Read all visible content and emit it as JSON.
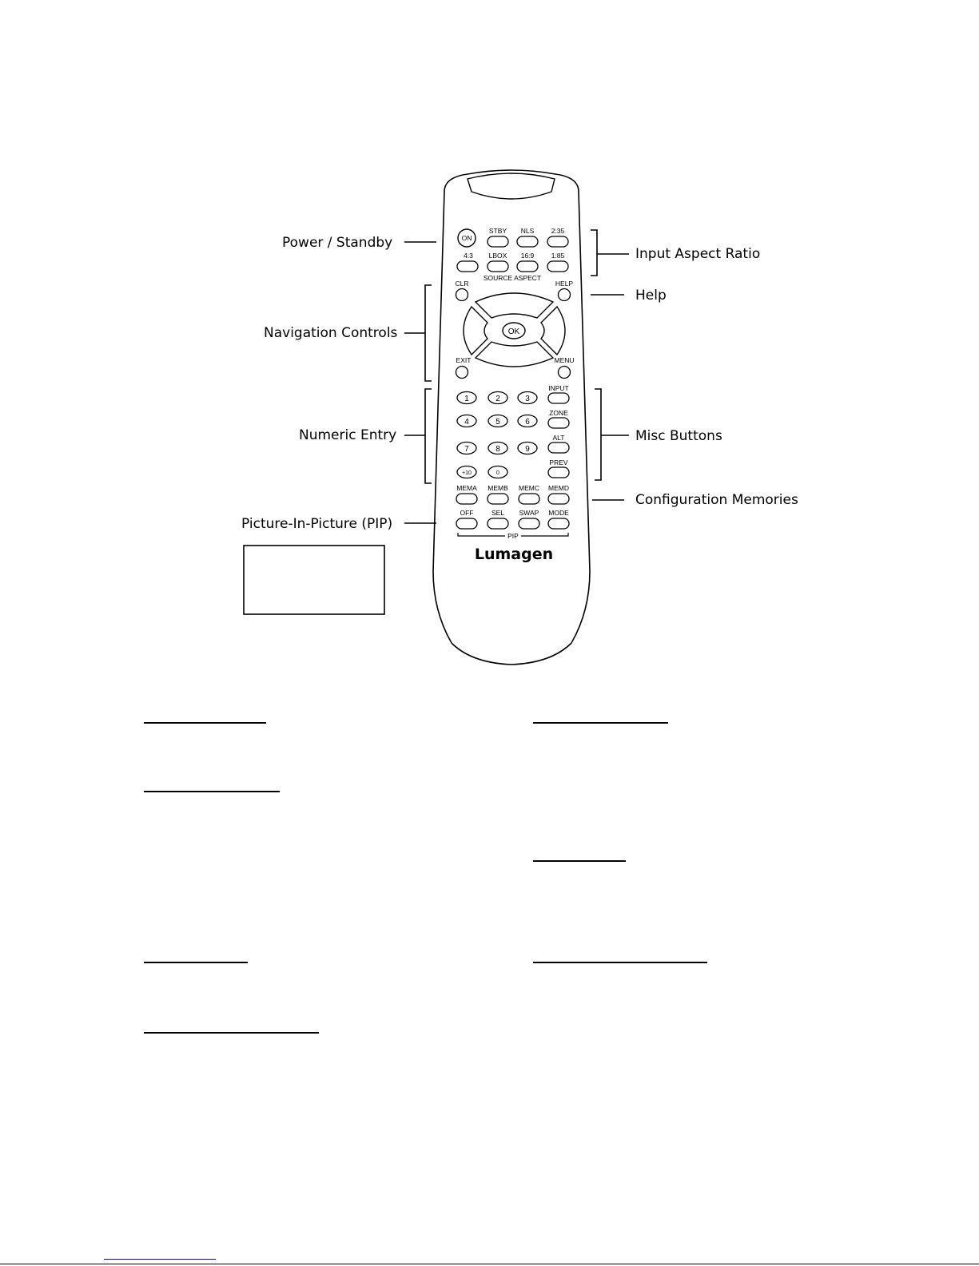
{
  "callouts": {
    "power_standby": "Power / Standby",
    "input_aspect_ratio": "Input Aspect Ratio",
    "help": "Help",
    "navigation_controls": "Navigation Controls",
    "numeric_entry": "Numeric Entry",
    "misc_buttons": "Misc Buttons",
    "configuration_memories": "Configuration Memories",
    "pip": "Picture-In-Picture (PIP)"
  },
  "remote": {
    "brand": "Lumagen",
    "top_row_labels": [
      "STBY",
      "NLS",
      "2:35"
    ],
    "on_label": "ON",
    "aspect_row_labels": [
      "4:3",
      "LBOX",
      "16:9",
      "1:85"
    ],
    "source_aspect_label": "SOURCE ASPECT",
    "clr_label": "CLR",
    "help_label": "HELP",
    "exit_label": "EXIT",
    "menu_label": "MENU",
    "ok_label": "OK",
    "numbers": [
      "1",
      "2",
      "3",
      "4",
      "5",
      "6",
      "7",
      "8",
      "9",
      "+10",
      "0"
    ],
    "misc_labels": [
      "INPUT",
      "ZONE",
      "ALT",
      "PREV"
    ],
    "memory_labels": [
      "MEMA",
      "MEMB",
      "MEMC",
      "MEMD"
    ],
    "pip_button_labels": [
      "OFF",
      "SEL",
      "SWAP",
      "MODE"
    ],
    "pip_label": "PIP"
  }
}
